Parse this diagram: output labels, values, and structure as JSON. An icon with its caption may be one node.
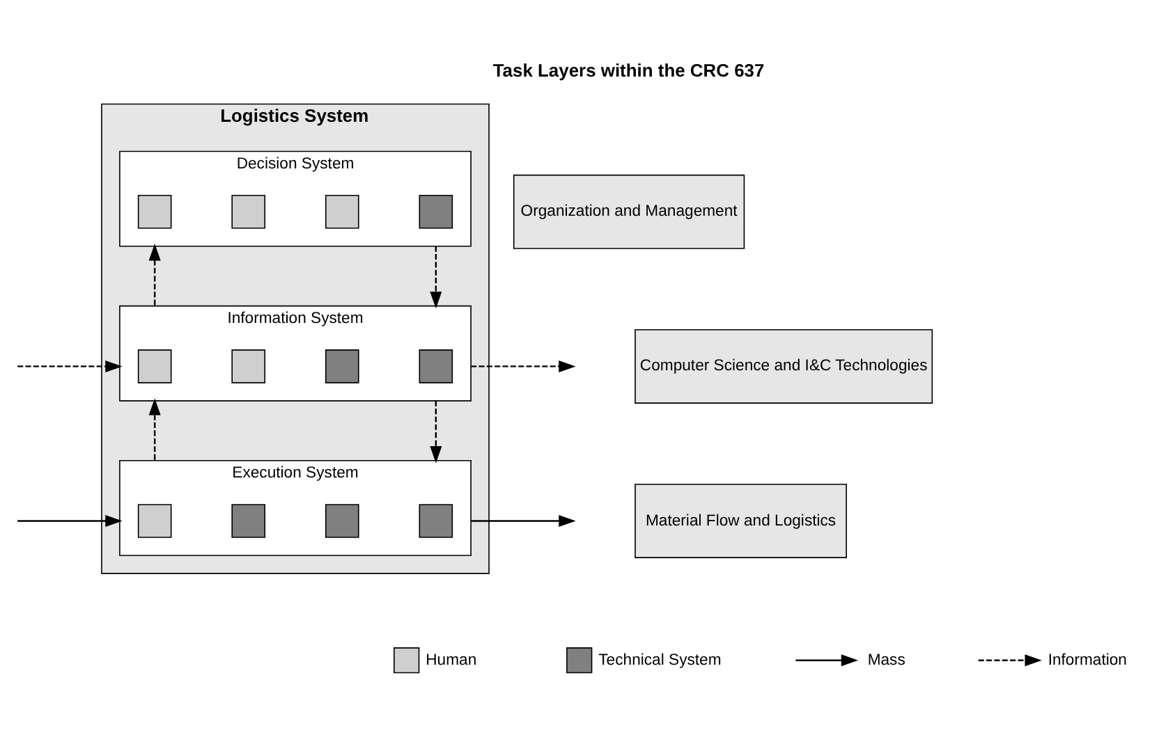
{
  "diagram": {
    "nodes": [
      {
        "text": [
          "Logistics System"
        ]
      },
      {
        "text": [
          "Decision System"
        ],
        "in": 0
      },
      {
        "text": [],
        "shape": "box",
        "in": 1
      },
      {
        "text": [],
        "shape": "box",
        "in": 1
      },
      {
        "text": [],
        "shape": "box",
        "in": 1
      },
      {
        "text": [],
        "shape": "box",
        "in": 1
      },
      {
        "text": [
          "Information System"
        ],
        "in": 0
      },
      {
        "text": [],
        "shape": "box",
        "in": 6
      },
      {
        "text": [],
        "shape": "box",
        "in": 6
      },
      {
        "text": [],
        "shape": "box",
        "in": 6
      },
      {
        "text": [],
        "shape": "box",
        "in": 6
      },
      {
        "text": [
          "Execution System"
        ],
        "in": 0
      },
      {
        "text": [],
        "shape": "box",
        "in": 11
      },
      {
        "text": [],
        "shape": "box",
        "in": 11
      },
      {
        "text": [],
        "shape": "box",
        "in": 11
      },
      {
        "text": [],
        "shape": "box",
        "in": 11
      },
      {
        "text": [
          "Organization and Management"
        ]
      },
      {
        "text": [
          "Computer Science and I&C Technologies"
        ]
      },
      {
        "text": [
          "Material Flow and Logistics"
        ]
      }
    ],
    "edges": [
      {
        "from": 6,
        "to": 1,
        "arrow": "to",
        "style": "dashed"
      },
      {
        "from": 1,
        "to": 6,
        "arrow": "to",
        "style": "dashed"
      },
      {
        "from": null,
        "to": 6,
        "arrow": "to",
        "style": "dashed"
      },
      {
        "from": 6,
        "to": null,
        "arrow": "to",
        "style": "dashed"
      },
      {
        "from": 11,
        "to": 6,
        "arrow": "to",
        "style": "dashed"
      },
      {
        "from": 6,
        "to": 11,
        "arrow": "to",
        "style": "dashed"
      },
      {
        "from": null,
        "to": 11,
        "arrow": "to"
      },
      {
        "from": 11,
        "to": null,
        "arrow": "to"
      }
    ],
    "labels": [
      "Task Layers within the CRC 637"
    ],
    "legend": [
      {
        "text": "Human"
      },
      {
        "text": "Technical System",
        "color": "#808080"
      },
      {
        "text": "Mass"
      },
      {
        "text": "Information"
      }
    ]
  }
}
